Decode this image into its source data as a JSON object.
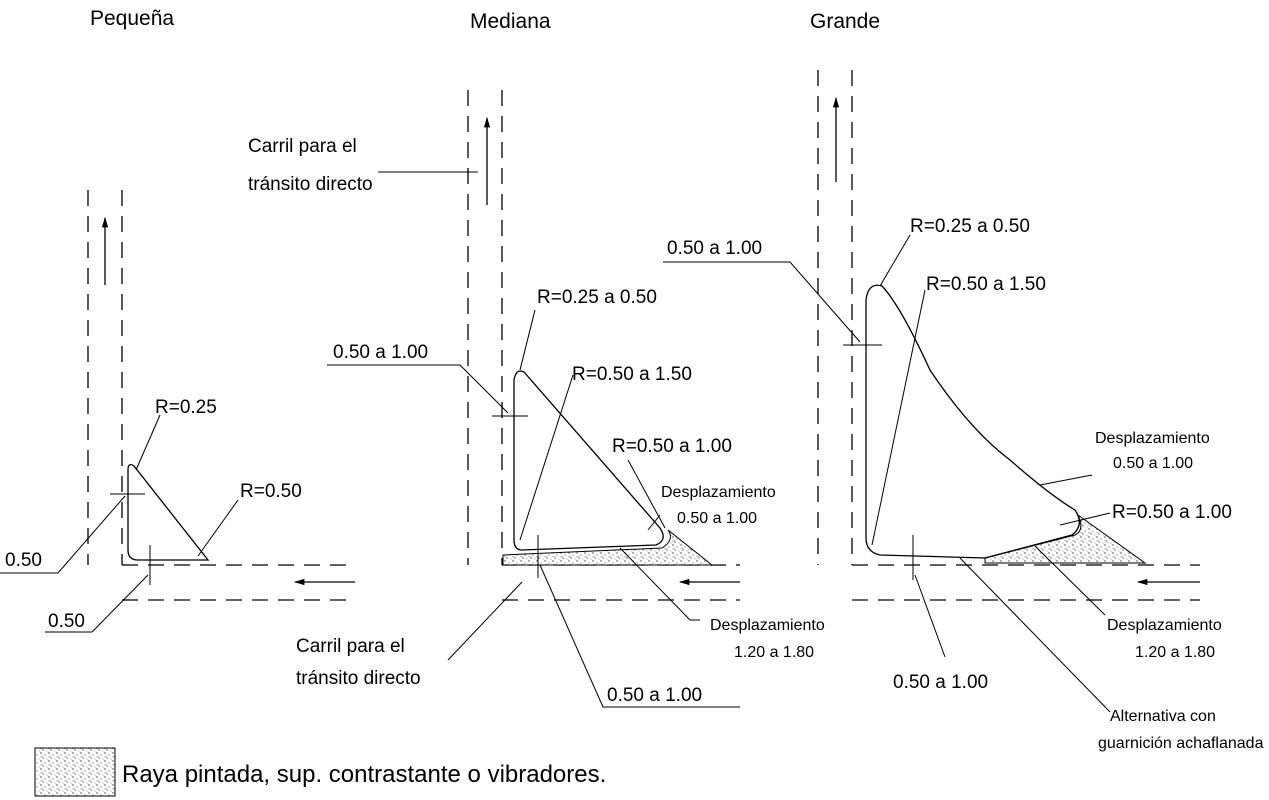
{
  "titles": {
    "small": "Pequeña",
    "medium": "Mediana",
    "large": "Grande"
  },
  "small_island": {
    "r1": "R=0.25",
    "r2": "R=0.50",
    "offset_side": "0.50",
    "offset_bottom": "0.50"
  },
  "medium_island": {
    "lane_label_top_line1": "Carril para el",
    "lane_label_top_line2": "tránsito directo",
    "offset_side": "0.50  a  1.00",
    "r_nose": "R=0.25 a 0.50",
    "r_mid": "R=0.50 a 1.50",
    "r_corner": "R=0.50 a 1.00",
    "shift_top_line1": "Desplazamiento",
    "shift_top_line2": "0.50 a 1.00",
    "shift_bottom_line1": "Desplazamiento",
    "shift_bottom_line2": "1.20 a 1.80",
    "lane_label_bottom_line1": "Carril para el",
    "lane_label_bottom_line2": "tránsito directo",
    "offset_bottom": "0.50  a  1.00"
  },
  "large_island": {
    "offset_side": "0.50  a  1.00",
    "r_nose": "R=0.25 a 0.50",
    "r_mid": "R=0.50 a 1.50",
    "shift_top_line1": "Desplazamiento",
    "shift_top_line2": "0.50 a 1.00",
    "r_corner": "R=0.50 a 1.00",
    "shift_bottom_line1": "Desplazamiento",
    "shift_bottom_line2": "1.20 a 1.80",
    "offset_bottom": "0.50  a  1.00",
    "alt_line1": "Alternativa con",
    "alt_line2": "guarnición achaflanada"
  },
  "legend": {
    "text": "Raya pintada, sup. contrastante o vibradores."
  }
}
